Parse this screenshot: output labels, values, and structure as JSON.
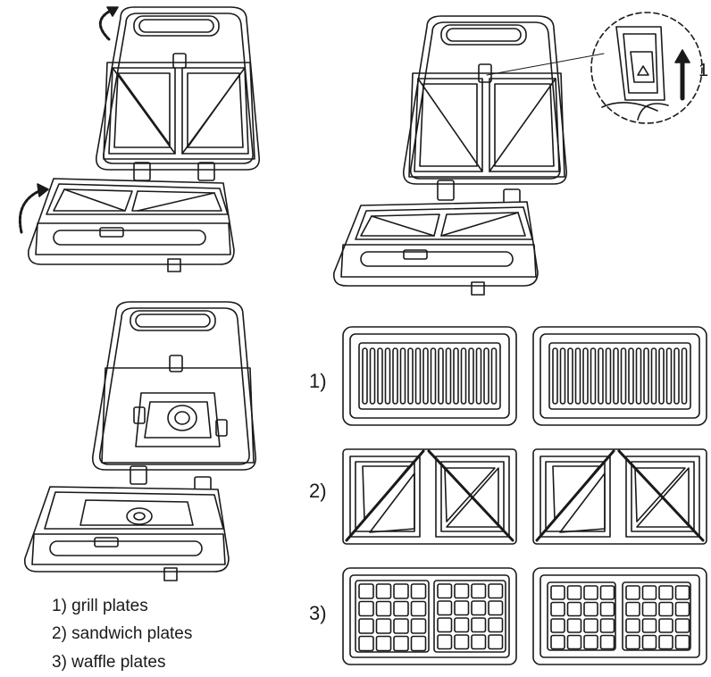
{
  "callout": {
    "label": "1"
  },
  "rows": [
    {
      "number": "1)",
      "name": "grill"
    },
    {
      "number": "2)",
      "name": "sandwich"
    },
    {
      "number": "3)",
      "name": "waffle"
    }
  ],
  "legend": [
    {
      "text": "1) grill plates"
    },
    {
      "text": "2) sandwich plates"
    },
    {
      "text": "3) waffle plates"
    }
  ],
  "icons": [
    "open-arrow-icon",
    "release-arrow-icon",
    "triangle-icon"
  ],
  "colors": {
    "line": "#1a1a1a",
    "fill": "#ffffff"
  }
}
